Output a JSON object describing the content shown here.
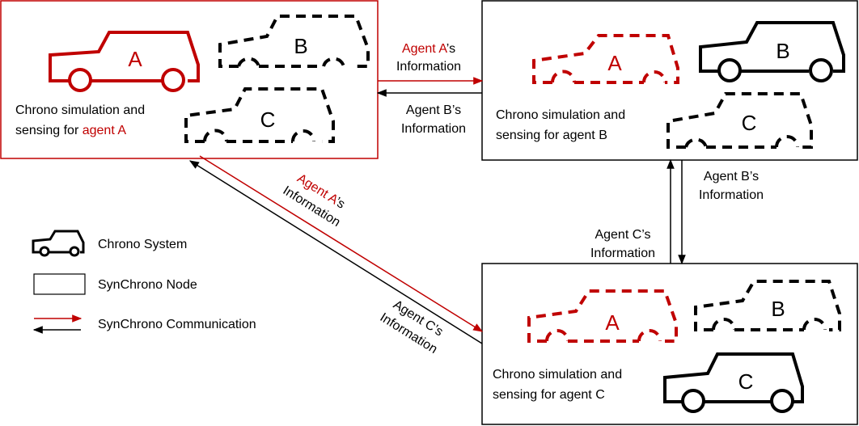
{
  "colors": {
    "agent_a": "#c00000",
    "line": "#000000",
    "node_border_a": "#c00000",
    "node_border": "#000000"
  },
  "nodes": [
    {
      "id": "a",
      "caption_line1": "Chrono simulation and",
      "caption_line2_prefix": "sensing for ",
      "caption_line2_agent": "agent A",
      "cars": [
        {
          "letter": "A"
        },
        {
          "letter": "B"
        },
        {
          "letter": "C"
        }
      ]
    },
    {
      "id": "b",
      "caption_line1": "Chrono simulation and",
      "caption_line2": "sensing for agent B",
      "cars": [
        {
          "letter": "A"
        },
        {
          "letter": "B"
        },
        {
          "letter": "C"
        }
      ]
    },
    {
      "id": "c",
      "caption_line1": "Chrono simulation and",
      "caption_line2": "sensing for agent C",
      "cars": [
        {
          "letter": "A"
        },
        {
          "letter": "B"
        },
        {
          "letter": "C"
        }
      ]
    }
  ],
  "messages": {
    "a_to_b": {
      "agent": "Agent A",
      "suffix": "’s",
      "line2": "Information"
    },
    "b_to_a": {
      "line1": "Agent B’s",
      "line2": "Information"
    },
    "b_to_c": {
      "line1": "Agent B’s",
      "line2": "Information"
    },
    "c_to_b": {
      "line1": "Agent C’s",
      "line2": "Information"
    },
    "a_to_c": {
      "agent": "Agent A",
      "suffix": "’s",
      "line2": "Information"
    },
    "c_to_a": {
      "line1": "Agent C’s",
      "line2": "Information"
    }
  },
  "legend": {
    "chrono_system": "Chrono System",
    "synchrono_node": "SynChrono Node",
    "synchrono_communication": "SynChrono Communication"
  }
}
